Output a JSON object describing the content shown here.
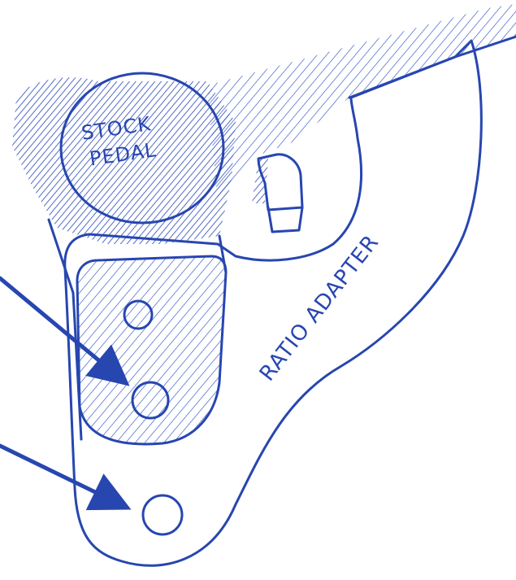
{
  "labels": {
    "stock_pedal_line1": "STOCK",
    "stock_pedal_line2": "PEDAL",
    "ratio_adapter": "RATIO ADAPTER"
  },
  "colors": {
    "ink": "#2746b0",
    "paper": "#ffffff"
  }
}
